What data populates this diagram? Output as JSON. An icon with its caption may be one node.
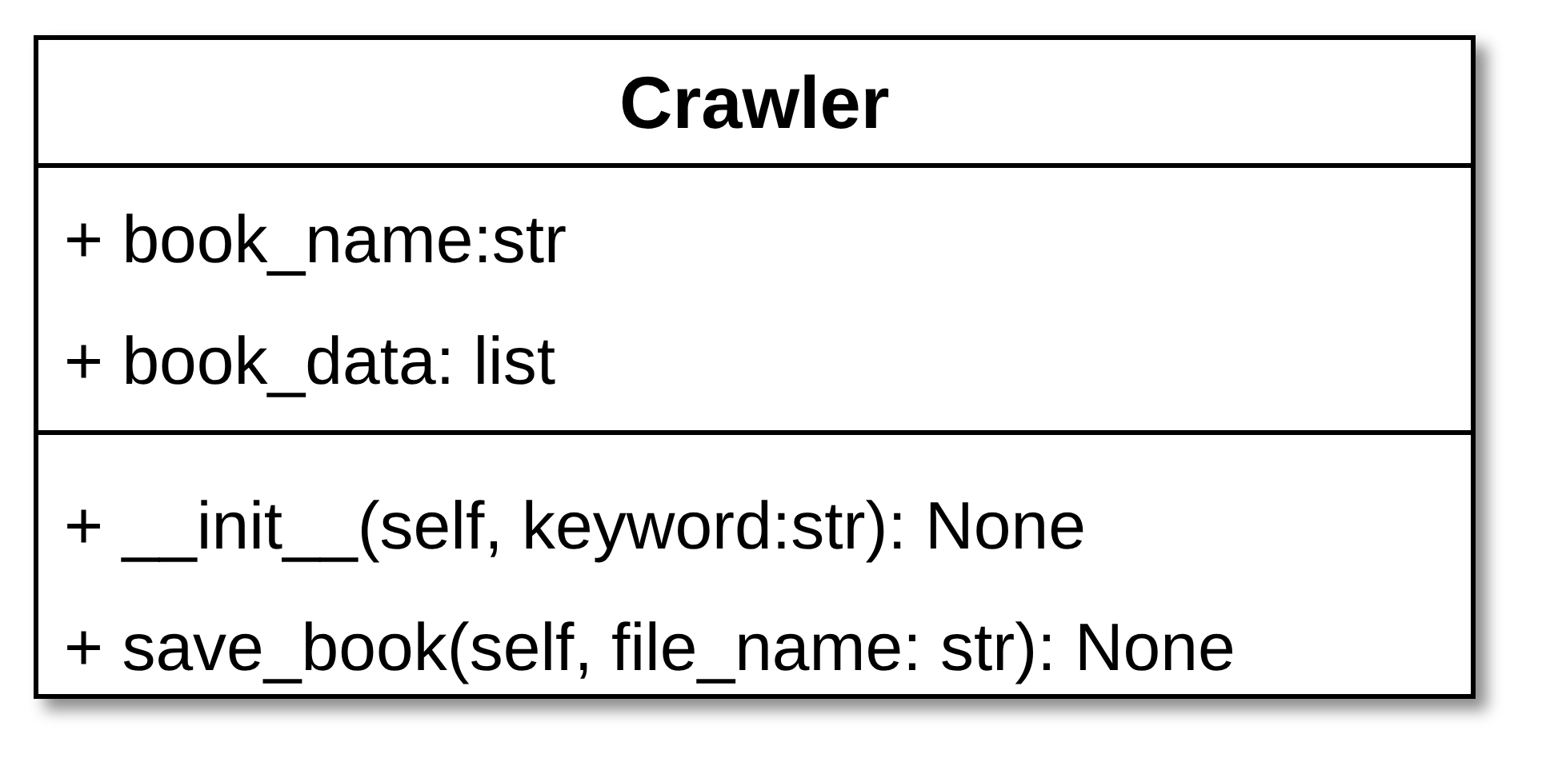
{
  "diagram": {
    "nodes": [
      {
        "text": [
          "Crawler",
          "+ book_name:str",
          "+ book_data: list",
          "+ __init__(self, keyword:str): None",
          "+ save_book(self, file_name: str): None"
        ]
      }
    ]
  }
}
